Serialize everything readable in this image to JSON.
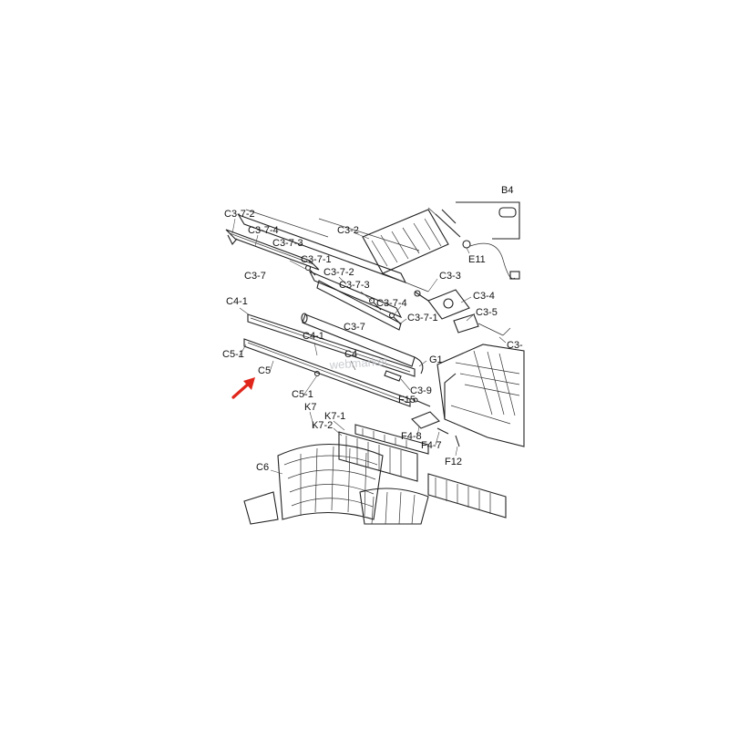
{
  "watermark": "webmarket",
  "highlight_color": "#e0261b",
  "arrow_target": "C5",
  "labels": [
    "C3-7-2",
    "C3-7-4",
    "C3-7-3",
    "C3-2",
    "B4",
    "E11",
    "C3-7-1",
    "C3-7-2",
    "C3-3",
    "C3-7",
    "C3-7-3",
    "C3-4",
    "C4-1",
    "C3-7-4",
    "C3-5",
    "C3-7-1",
    "C3-7",
    "C3-",
    "C4-1",
    "C5-1",
    "C4",
    "G1",
    "C5",
    "C3-9",
    "C5-1",
    "F15",
    "K7",
    "K7-1",
    "K7-2",
    "F4-8",
    "F4-7",
    "F12",
    "C6"
  ]
}
